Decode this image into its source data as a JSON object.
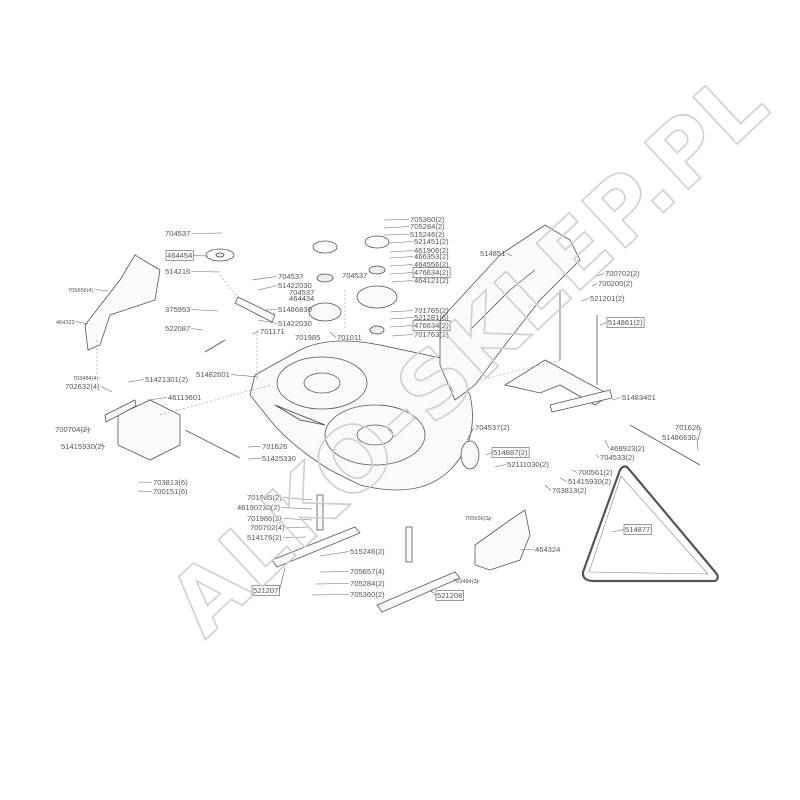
{
  "watermark": "ALKO-SKLEP.PL",
  "part_labels": [
    "704537",
    "464454",
    "514216",
    "705656(4)",
    "464323",
    "375953",
    "522087",
    "704537",
    "51422030",
    "704537",
    "464434",
    "51486830",
    "51422030",
    "701171",
    "701985",
    "701011",
    "51482601",
    "703484(4)",
    "702632(4)",
    "51421301(2)",
    "46113601",
    "700704(2)",
    "51415930(2)",
    "701626",
    "51425330",
    "703813(6)",
    "700151(6)",
    "705360(2)",
    "705284(2)",
    "515246(2)",
    "521451(2)",
    "461906(2)",
    "466353(2)",
    "464556(2)",
    "476634(2)",
    "464121(2)",
    "704537",
    "514851",
    "701765(2)",
    "521281(6)",
    "476634(2)",
    "701763(2)",
    "700702(2)",
    "700200(2)",
    "521201(2)",
    "514861(2)",
    "51483401",
    "704537(2)",
    "514887(2)",
    "52111030(2)",
    "701626",
    "51486630",
    "468923(2)",
    "704533(2)",
    "700561(2)",
    "51415930(2)",
    "703813(2)",
    "701985(2)",
    "46190730(2)",
    "701986(2)",
    "700702(4)",
    "514176(2)",
    "515246(2)",
    "705657(4)",
    "705284(2)",
    "705360(2)",
    "521207",
    "521208",
    "705656(3)",
    "464324",
    "703484(3)",
    "514877"
  ]
}
